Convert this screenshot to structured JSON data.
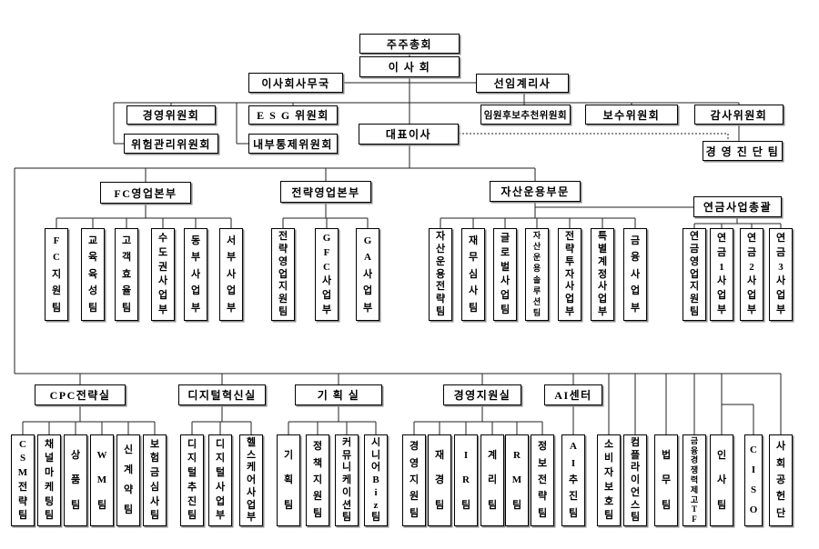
{
  "top": {
    "shareholders": "주주총회",
    "board": "이 사 회",
    "board_office": "이사회사무국",
    "senior_actuary": "선임계리사",
    "ceo": "대표이사",
    "management_diagnosis": "경 영 진 단 팀",
    "committees": {
      "management": "경영위원회",
      "esg": "E S G 위원회",
      "nomination": "임원후보추천위원회",
      "compensation": "보수위원회",
      "audit": "감사위원회",
      "risk": "위험관리위원회",
      "internal_control": "내부통제위원회"
    }
  },
  "middle": {
    "fc_sales": {
      "label": "FC영업본부",
      "teams": [
        "FC지원팀",
        "교육육성팀",
        "고객효율팀",
        "수도권사업부",
        "동부사업부",
        "서부사업부"
      ]
    },
    "strategic_sales": {
      "label": "전략영업본부",
      "teams": [
        "전략영업지원팀",
        "GFC사업부",
        "GA사업부"
      ]
    },
    "asset_mgmt": {
      "label": "자산운용부문",
      "teams": [
        "자산운용전략팀",
        "재무심사팀",
        "글로벌사업팀",
        "자산운용솔루션팀",
        "전략투자사업부",
        "특별계정사업부",
        "금융사업부"
      ]
    },
    "pension": {
      "label": "연금사업총괄",
      "teams": [
        "연금영업지원팀",
        "연금1사업부",
        "연금2사업부",
        "연금3사업부"
      ]
    }
  },
  "bottom": {
    "cpc": {
      "label": "CPC전략실",
      "teams": [
        "CSM전략팀",
        "채널마케팅팀",
        "상품팀",
        "WM팀",
        "신계약팀",
        "보험금심사팀"
      ]
    },
    "digital": {
      "label": "디지털혁신실",
      "teams": [
        "디지털추진팀",
        "디지털사업부",
        "헬스케어사업부"
      ]
    },
    "planning": {
      "label": "기 획 실",
      "teams": [
        "기획팀",
        "정책지원팀",
        "커뮤니케이션팀",
        "시니어Biz팀"
      ]
    },
    "mgmt_support": {
      "label": "경영지원실",
      "teams": [
        "경영지원팀",
        "재경팀",
        "IR팀",
        "계리팀",
        "RM팀",
        "정보전략팀"
      ]
    },
    "ai_center": {
      "label": "AI센터",
      "teams": [
        "AI추진팀"
      ]
    },
    "independent_teams": [
      "소비자보호팀",
      "컴플라이언스팀",
      "법무팀",
      "금융경쟁력제고TF",
      "인사팀",
      "CISO",
      "사회공헌단"
    ]
  }
}
